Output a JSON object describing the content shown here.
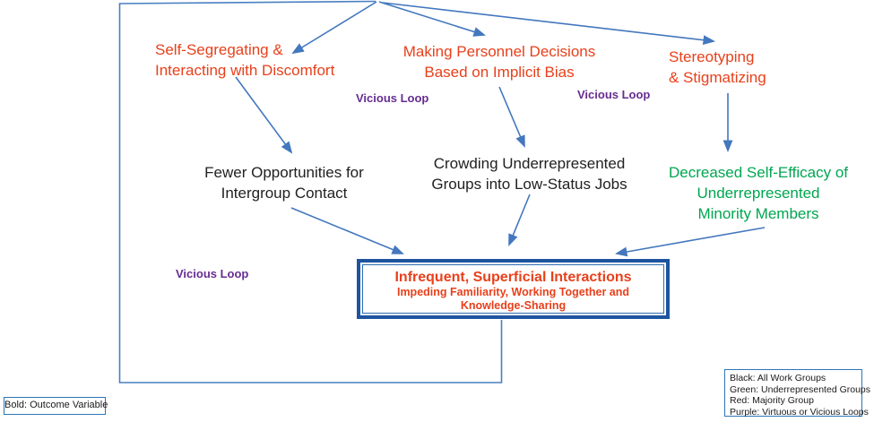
{
  "colors": {
    "majority_red": "#e8401b",
    "underrepresented_green": "#00a650",
    "all_groups_black": "#212121",
    "loop_purple": "#662d91",
    "connector_blue": "#4377be",
    "outcome_box_border_blue": "#1e549f"
  },
  "nodes": {
    "self_segregating": {
      "line1": "Self-Segregating &",
      "line2": "Interacting with Discomfort"
    },
    "making_decisions": {
      "line1": "Making Personnel Decisions",
      "line2": "Based on Implicit Bias"
    },
    "stereotyping": {
      "line1": "Stereotyping",
      "line2": "& Stigmatizing"
    },
    "fewer_opportunities": {
      "line1": "Fewer Opportunities for",
      "line2": "Intergroup Contact"
    },
    "crowding": {
      "line1": "Crowding Underrepresented",
      "line2": "Groups into Low-Status Jobs"
    },
    "decreased_self_efficacy": {
      "line1": "Decreased Self-Efficacy of",
      "line2": "Underrepresented",
      "line3": "Minority Members"
    },
    "outcome_box": {
      "title": "Infrequent, Superficial Interactions",
      "subtitle_line1": "Impeding Familiarity, Working Together and",
      "subtitle_line2": "Knowledge-Sharing"
    }
  },
  "loop_label": {
    "text": "Vicious Loop"
  },
  "legend": {
    "line1": "Black: All Work Groups",
    "line2": "Green: Underrepresented Groups",
    "line3": "Red: Majority Group",
    "line4": "Purple: Virtuous or Vicious Loops"
  },
  "outcome_note": {
    "text": "Bold: Outcome Variable"
  }
}
